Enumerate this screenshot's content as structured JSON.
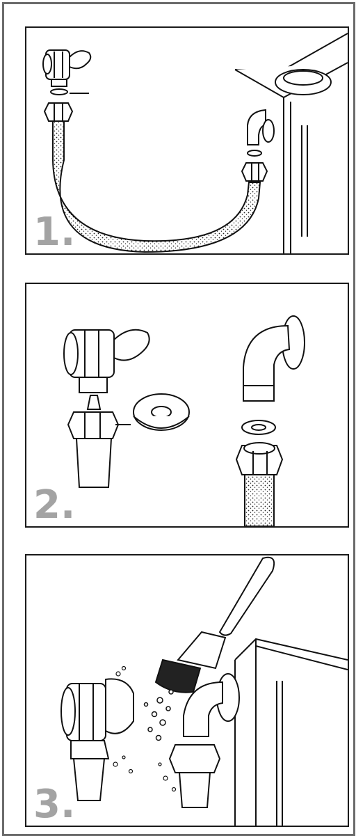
{
  "steps": [
    {
      "number": "1."
    },
    {
      "number": "2."
    },
    {
      "number": "3."
    }
  ],
  "colors": {
    "frame": "#6b6b6b",
    "ink": "#1a1a1a",
    "step_number": "#a3a3a3"
  }
}
